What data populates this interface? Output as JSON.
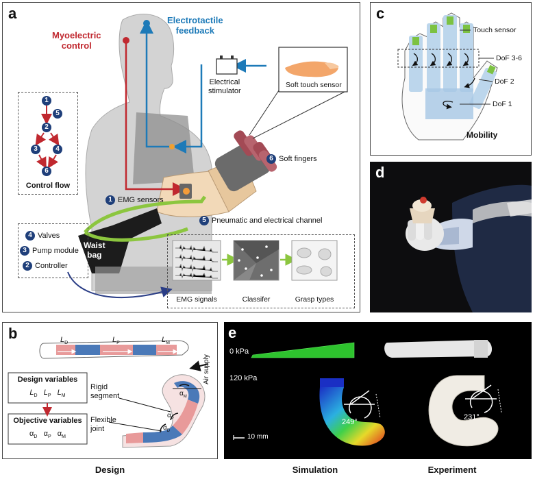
{
  "panel_labels": {
    "a": "a",
    "b": "b",
    "c": "c",
    "d": "d",
    "e": "e"
  },
  "panel_a": {
    "myoelectric_control": [
      "Myoelectric",
      "control"
    ],
    "electrotactile_feedback": [
      "Electrotactile",
      "feedback"
    ],
    "electrical_stimulator": [
      "Electrical",
      "stimulator"
    ],
    "soft_touch_sensor": "Soft touch sensor",
    "soft_fingers": "Soft fingers",
    "emg_sensors": "EMG sensors",
    "pneumatic_channel": "Pneumatic and electrical channel",
    "control_flow_title": "Control flow",
    "control_flow_nodes": [
      "1",
      "5",
      "2",
      "3",
      "4",
      "6"
    ],
    "waist_bag": [
      "Waist",
      "bag"
    ],
    "components": [
      {
        "num": "4",
        "label": "Valves"
      },
      {
        "num": "3",
        "label": "Pump module"
      },
      {
        "num": "2",
        "label": "Controller"
      }
    ],
    "num_fingers": "6",
    "num_emg": "1",
    "num_channel": "5",
    "pipeline": [
      "EMG signals",
      "Classifer",
      "Grasp types"
    ]
  },
  "panel_b": {
    "lengths": [
      "L",
      "L",
      "L"
    ],
    "length_subs": [
      "D",
      "P",
      "M"
    ],
    "design_variables_title": "Design variables",
    "design_vars": [
      "L",
      "L",
      "L"
    ],
    "design_var_subs": [
      "D",
      "P",
      "M"
    ],
    "objective_variables_title": "Objective variables",
    "objective_vars": [
      "α",
      "α",
      "α"
    ],
    "objective_var_subs": [
      "D",
      "P",
      "M"
    ],
    "rigid_segment": [
      "Rigid",
      "segment"
    ],
    "flexible_joint": [
      "Flexible",
      "joint"
    ],
    "air_supply": "Air supply",
    "alpha_labels": [
      "α",
      "α",
      "α"
    ],
    "alpha_subs": [
      "M",
      "P",
      "D"
    ],
    "caption": "Design"
  },
  "panel_c": {
    "touch_sensor": "Touch sensor",
    "dof_3_6": "DoF 3-6",
    "dof_2": "DoF 2",
    "dof_1": "DoF 1",
    "caption": "Mobility"
  },
  "panel_e": {
    "pressure_0": "0 kPa",
    "pressure_120": "120 kPa",
    "scale_bar": "10 mm",
    "sim_angle": "249°",
    "exp_angle": "231°",
    "caption_sim": "Simulation",
    "caption_exp": "Experiment"
  },
  "colors": {
    "myoelectric": "#c0282f",
    "feedback": "#1d7ab8",
    "badge": "#1f3f7a",
    "green": "#8cc63f",
    "pink": "#e89a9a",
    "blue_seg": "#4a79b8"
  }
}
